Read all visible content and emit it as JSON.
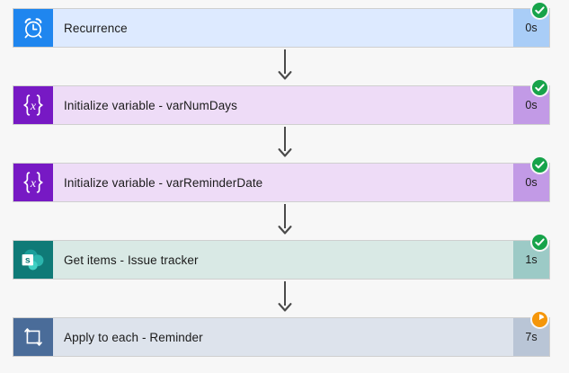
{
  "canvas": {
    "background_color": "#f7f7f7",
    "connector_color": "#4a4a4a"
  },
  "flow_steps": [
    {
      "title": "Recurrence",
      "duration": "0s",
      "status": "succeeded",
      "status_icon": "check-circle-icon",
      "icon": "alarm-clock-icon",
      "icon_bg": "#1f86ef",
      "body_bg": "#ddeaff",
      "duration_bg": "#a9cdf7",
      "theme": "c-recurrence"
    },
    {
      "title": "Initialize variable - varNumDays",
      "duration": "0s",
      "status": "succeeded",
      "status_icon": "check-circle-icon",
      "icon": "variable-braces-icon",
      "icon_bg": "#7719c4",
      "body_bg": "#eedcf7",
      "duration_bg": "#c29ae6",
      "theme": "c-variable"
    },
    {
      "title": "Initialize variable - varReminderDate",
      "duration": "0s",
      "status": "succeeded",
      "status_icon": "check-circle-icon",
      "icon": "variable-braces-icon",
      "icon_bg": "#7719c4",
      "body_bg": "#eedcf7",
      "duration_bg": "#c29ae6",
      "theme": "c-variable"
    },
    {
      "title": "Get items - Issue tracker",
      "duration": "1s",
      "status": "succeeded",
      "status_icon": "check-circle-icon",
      "icon": "sharepoint-icon",
      "icon_bg": "#0f7a77",
      "body_bg": "#d9e9e5",
      "duration_bg": "#9ccac6",
      "theme": "c-sharepoint"
    },
    {
      "title": "Apply to each - Reminder",
      "duration": "7s",
      "status": "running",
      "status_icon": "running-clock-icon",
      "icon": "loop-repeat-icon",
      "icon_bg": "#4a6c99",
      "body_bg": "#dde3ec",
      "duration_bg": "#b9c5d6",
      "theme": "c-loop"
    }
  ],
  "status_colors": {
    "succeeded": "#17a34a",
    "running": "#f5960a"
  }
}
